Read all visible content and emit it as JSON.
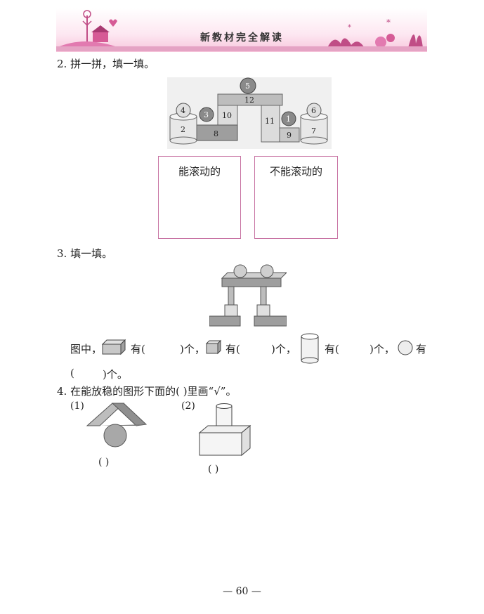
{
  "header": {
    "title": "新教材完全解读"
  },
  "q2": {
    "label": "2. 拼一拼，填一填。",
    "blocks": {
      "b1": "1",
      "b2": "2",
      "b3": "3",
      "b4": "4",
      "b5": "5",
      "b6": "6",
      "b7": "7",
      "b8": "8",
      "b9": "9",
      "b10": "10",
      "b11": "11",
      "b12": "12"
    },
    "box_rolling": "能滚动的",
    "box_not_rolling": "不能滚动的"
  },
  "q3": {
    "label": "3. 填一填。",
    "t1": "图中，",
    "t2": "有(",
    "t3": ")个，",
    "t4": "有(",
    "t5": ")个，",
    "t6": "有(",
    "t7": ")个，",
    "t8": "有",
    "t9": "(",
    "t10": ")个。"
  },
  "q4": {
    "label": "4. 在能放稳的图形下面的(    )里画“√”。",
    "item1": "(1)",
    "item2": "(2)",
    "paren1": "(      )",
    "paren2": "(      )"
  },
  "page_number": "— 60 —",
  "colors": {
    "accent": "#c873a3",
    "header_band": "#f7c6dc"
  }
}
